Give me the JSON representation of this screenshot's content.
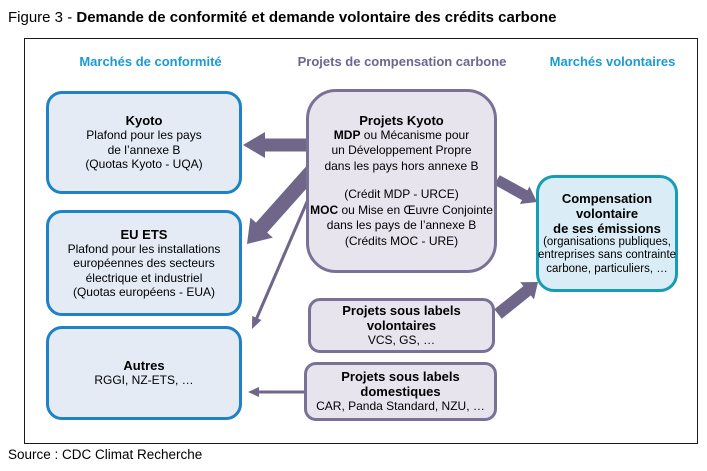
{
  "figure": {
    "title_prefix": "Figure 3 - ",
    "title_main": "Demande de conformité et demande volontaire des crédits carbone",
    "source": "Source : CDC Climat Recherche"
  },
  "columns": {
    "left": "Marchés de conformité",
    "middle": "Projets de compensation carbone",
    "right": "Marchés volontaires"
  },
  "nodes": {
    "kyoto": {
      "title": "Kyoto",
      "line1": "Plafond pour les pays",
      "line2": "de l’annexe B",
      "line3": "(Quotas Kyoto - UQA)"
    },
    "eu_ets": {
      "title": "EU ETS",
      "line1": "Plafond pour les installations",
      "line2": "européennes des secteurs",
      "line3": "électrique et industriel",
      "line4": "(Quotas européens - EUA)"
    },
    "autres": {
      "title": "Autres",
      "line1": "RGGI, NZ-ETS, …"
    },
    "projets_kyoto": {
      "title": "Projets Kyoto",
      "mdp_acronym": "MDP",
      "mdp_text": " ou Mécanisme pour",
      "mdp_line2": "un Développement Propre",
      "mdp_line3": "dans les pays hors annexe B",
      "mdp_credit": "(Crédit MDP - URCE)",
      "moc_acronym": "MOC",
      "moc_text": " ou Mise en Œuvre Conjointe",
      "moc_line2": "dans les pays de l’annexe B",
      "moc_credit": "(Crédits MOC - URE)"
    },
    "labels_volontaires": {
      "title_line1": "Projets sous labels",
      "title_line2": "volontaires",
      "line1": "VCS, GS, …"
    },
    "labels_domestiques": {
      "title_line1": "Projets sous labels",
      "title_line2": "domestiques",
      "line1": "CAR, Panda Standard, NZU, …"
    },
    "compensation": {
      "title_line1": "Compensation",
      "title_line2": "volontaire",
      "title_line3": "de ses émissions",
      "line1": "(organisations publiques,",
      "line2": "entreprises sans contrainte",
      "line3": "carbone, particuliers, …"
    }
  },
  "colors": {
    "header_blue": "#1b9ad4",
    "header_purple": "#6e6593",
    "compliance_border": "#1e82c4",
    "compliance_fill": "#e4ebf5",
    "project_border": "#7a7197",
    "project_fill": "#e7e4ee",
    "voluntary_border": "#159db4",
    "voluntary_fill": "#daecf6",
    "arrow": "#6f668a"
  }
}
